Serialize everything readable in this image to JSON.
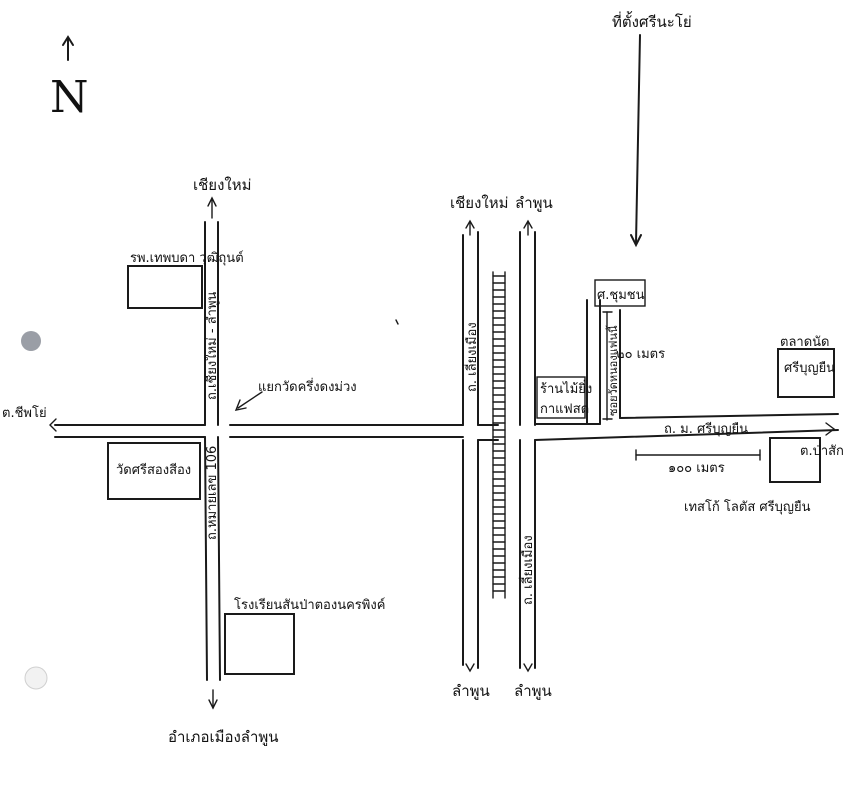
{
  "north": {
    "letter": "N"
  },
  "labels": {
    "top_right": "ที่ตั้งศรีนะโย่",
    "chiangmai_left": "เชียงใหม่",
    "chiangmai_mid": "เชียงใหม่",
    "lamphun_arrow": "ลำพูน",
    "school_top": "รพ.เทพบดา วุฒิถุนต์",
    "sign": "ศ.ชุมชน",
    "dist_20": "๒๐ เมตร",
    "market1": "ตลาดนัด",
    "market2": "ศรีบุญยืน",
    "crossroad": "แยกวัดครึ่งดงม่วง",
    "road_vertical_left": "ถ.เชียงใหม่ - ลำพูน",
    "left_edge": "ต.ชีพโย่",
    "temple": "วัดศรีสองสีอง",
    "road_106": "ถ.หมายเลข 106",
    "shop1": "ร้านไม้ยิ่ง",
    "shop2": "กาแฟสด",
    "tiny_vertical": "ซอยวัดหนองแฟนนี้",
    "road_srib": "ถ. ม. ศรีบุญยืน",
    "to_right": "ต.ป่าสัก",
    "dist_100": "๑๐๐ เมตร",
    "tesco": "เทสโก้ โลตัส ศรีบุญยืน",
    "road_vert_mid_top": "ถ. เลี่ยงเมือง",
    "road_vert_mid_bottom": "ถ. เลี่ยงเมือง",
    "school_bottom": "โรงเรียนสันป่าตองนครพิงค์",
    "bottom_left": "อำเภอเมืองลำพูน",
    "lamphun_left": "ลำพูน",
    "lamphun_right": "ลำพูน"
  }
}
